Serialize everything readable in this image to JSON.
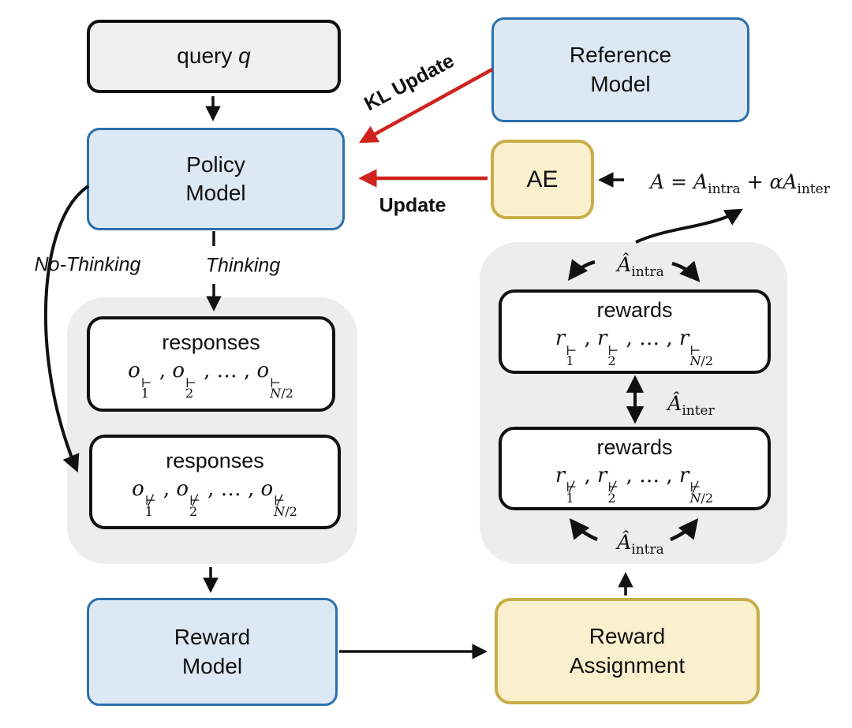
{
  "colors": {
    "blue_fill": "#dce8f4",
    "blue_border": "#2c6fad",
    "yellow_fill": "#faf0cd",
    "yellow_border": "#c8ad48",
    "gray_fill": "#efefef",
    "container_fill": "#ededed",
    "red_arrow": "#cf231c",
    "black": "#111111"
  },
  "nodes": {
    "query": {
      "math": "query \\i{q}"
    },
    "policy": {
      "line1": "Policy",
      "line2": "Model"
    },
    "reference": {
      "line1": "Reference",
      "line2": "Model"
    },
    "ae": {
      "label": "AE"
    },
    "responses_thinking": {
      "label": "responses",
      "math": "\\i{o}\\ss{1}{⊢} , \\i{o}\\ss{2}{⊢} , … , \\i{o}\\ss{\\i{N}/2}{⊢}"
    },
    "responses_no_thinking": {
      "label": "responses",
      "math": "\\i{o}\\ss{1}{⊬} , \\i{o}\\ss{2}{⊬} , … , \\i{o}\\ss{\\i{N}/2}{⊬}"
    },
    "rewards_thinking": {
      "label": "rewards",
      "math": "\\i{r}\\ss{1}{⊢} , \\i{r}\\ss{2}{⊢} , … , \\i{r}\\ss{\\i{N}/2}{⊢}"
    },
    "rewards_no_thinking": {
      "label": "rewards",
      "math": "\\i{r}\\ss{1}{⊬} , \\i{r}\\ss{2}{⊬} , … , \\i{r}\\ss{\\i{N}/2}{⊬}"
    },
    "reward_model": {
      "line1": "Reward",
      "line2": "Model"
    },
    "reward_assignment": {
      "line1": "Reward",
      "line2": "Assignment"
    }
  },
  "labels": {
    "kl_update": "KL Update",
    "update": "Update",
    "no_thinking": "No-Thinking",
    "thinking": "Thinking",
    "advantage_formula": "\\i{A} = \\i{A}_{intra} + \\i{α}\\i{A}_{inter}",
    "a_intra_top": "\\i{Â}_{intra}",
    "a_inter": "\\i{Â}_{inter}",
    "a_intra_bottom": "\\i{Â}_{intra}"
  }
}
